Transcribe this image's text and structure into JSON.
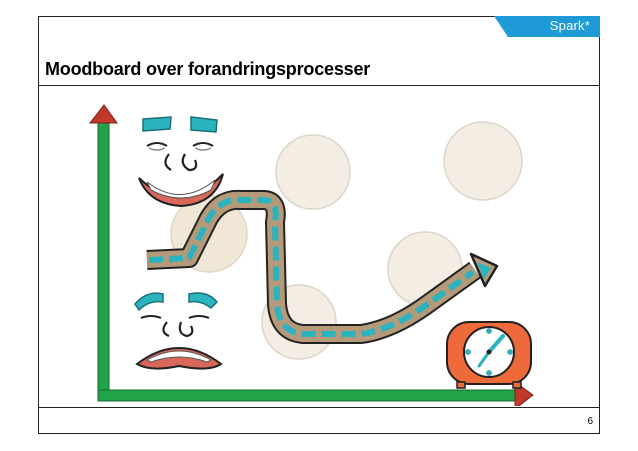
{
  "slide": {
    "brand": "Spark*",
    "title": "Moodboard over forandringsprocesser",
    "page_number": "6"
  },
  "illustration": {
    "icons": [
      "happy-face-icon",
      "sad-face-icon",
      "clock-icon",
      "process-arrow-icon",
      "axis-arrows-icon"
    ],
    "colors": {
      "axis_green": "#21a34a",
      "axis_tip": "#c0392b",
      "circle_fill": "#f3ede4",
      "teal": "#2bb3c0",
      "clock_orange": "#ee6a3a",
      "path_tan": "#b59a7a"
    }
  }
}
